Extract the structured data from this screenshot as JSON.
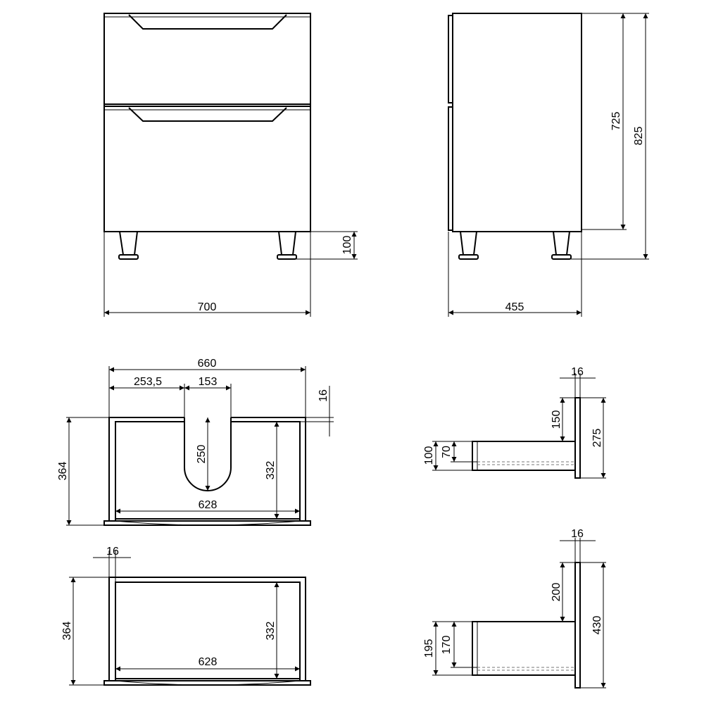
{
  "views": {
    "front": {
      "width_label": "700",
      "leg_height_label": "100"
    },
    "side": {
      "depth_label": "455",
      "body_height_label": "725",
      "total_height_label": "825"
    },
    "top_drawer": {
      "outer_width_label": "660",
      "cutout_offset_label": "253,5",
      "cutout_width_label": "153",
      "panel_thickness_label": "16",
      "cutout_depth_label": "250",
      "depth_label": "364",
      "inner_depth_label": "332",
      "inner_width_label": "628"
    },
    "bottom_drawer": {
      "panel_thickness_label": "16",
      "depth_label": "364",
      "inner_depth_label": "332",
      "inner_width_label": "628"
    },
    "top_drawer_section": {
      "panel_thickness_label": "16",
      "front_height_label": "275",
      "top_gap_label": "150",
      "box_outer_label": "100",
      "box_inner_label": "70"
    },
    "bottom_drawer_section": {
      "panel_thickness_label": "16",
      "front_height_label": "430",
      "top_gap_label": "200",
      "box_outer_label": "195",
      "box_inner_label": "170"
    }
  }
}
